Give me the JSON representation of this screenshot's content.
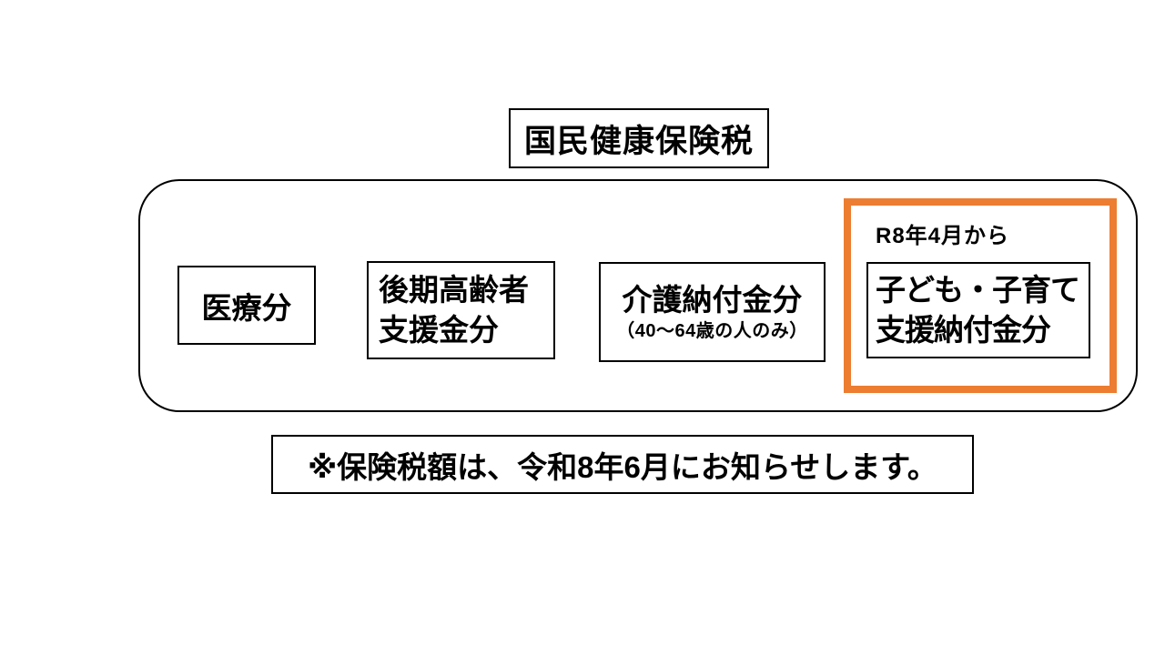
{
  "slide": {
    "title": "国民健康保険税",
    "footnote": "※保険税額は、令和8年6月にお知らせします。"
  },
  "diagram": {
    "boxes": [
      {
        "lines": [
          "医療分"
        ]
      },
      {
        "lines": [
          "後期高齢者",
          "支援金分"
        ]
      },
      {
        "lines": [
          "介護納付金分"
        ],
        "note": "（40～64歳の人のみ）"
      },
      {
        "annotation": "R8年4月から",
        "lines": [
          "子ども・子育て",
          "支援納付金分"
        ]
      }
    ]
  },
  "colors": {
    "highlight_frame": "#ED7D31",
    "border": "#000000",
    "background": "#FFFFFF",
    "text": "#000000"
  }
}
